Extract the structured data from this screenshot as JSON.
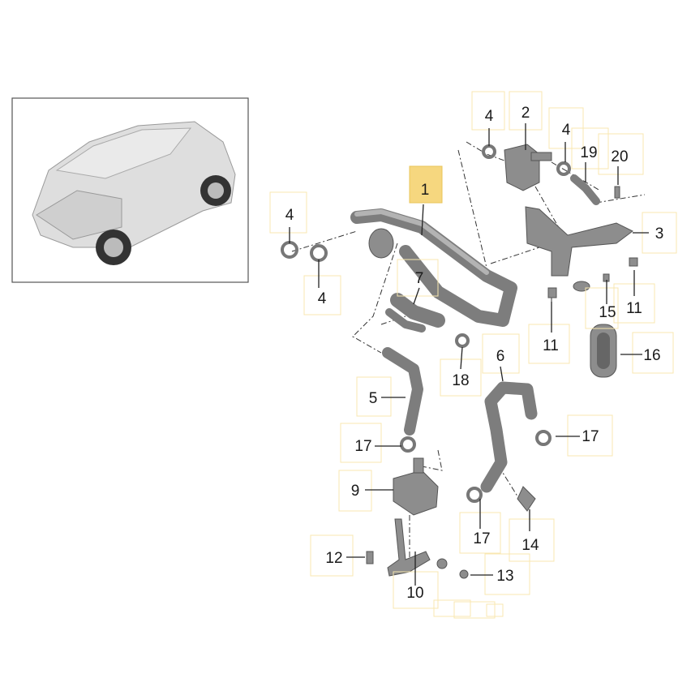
{
  "diagram": {
    "type": "exploded parts diagram",
    "highlight_color": "#f6d77f",
    "box_color": "#f8e7b0",
    "highlighted_part": "1",
    "inset": {
      "icon": "car-overview-icon"
    },
    "callouts": [
      "1",
      "2",
      "3",
      "4",
      "4",
      "4",
      "4",
      "5",
      "6",
      "7",
      "9",
      "10",
      "11",
      "11",
      "12",
      "13",
      "14",
      "15",
      "16",
      "17",
      "17",
      "17",
      "18",
      "19",
      "20"
    ]
  }
}
